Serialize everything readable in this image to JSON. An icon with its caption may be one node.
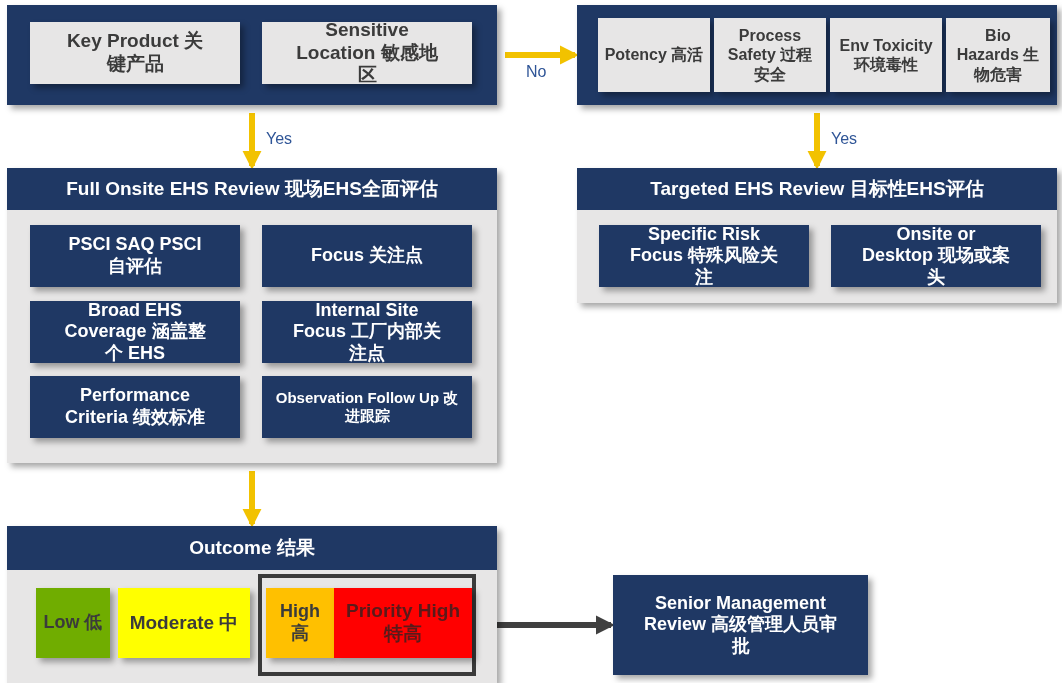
{
  "diagram": {
    "nodes": [
      {
        "text": [],
        "shape": "box"
      },
      {
        "text": [
          "Key Product 关键产品"
        ],
        "in": 0
      },
      {
        "text": [
          "Sensitive Location 敏感地区"
        ],
        "in": 0
      },
      {
        "text": [],
        "shape": "box"
      },
      {
        "text": [
          "Potency 高活"
        ],
        "in": 3
      },
      {
        "text": [
          "Process Safety 过程安全"
        ],
        "in": 3
      },
      {
        "text": [
          "Env Toxicity 环境毒性"
        ],
        "in": 3
      },
      {
        "text": [
          "Bio Hazards 生物危害"
        ],
        "in": 3
      },
      {
        "text": [
          "Full Onsite EHS Review 现场EHS全面评估"
        ]
      },
      {
        "text": [
          "PSCI SAQ PSCI 自评估"
        ],
        "in": 8
      },
      {
        "text": [
          "Focus 关注点"
        ],
        "in": 8
      },
      {
        "text": [
          "Broad EHS Coverage 涵盖整个 EHS"
        ],
        "in": 8
      },
      {
        "text": [
          "Internal Site Focus 工厂内部关注点"
        ],
        "in": 8
      },
      {
        "text": [
          "Performance Criteria 绩效标准"
        ],
        "in": 8
      },
      {
        "text": [
          "Observation Follow Up 改进跟踪"
        ],
        "in": 8
      },
      {
        "text": [
          "Targeted EHS Review 目标性EHS评估"
        ]
      },
      {
        "text": [
          "Specific Risk Focus 特殊风险关注"
        ],
        "in": 15
      },
      {
        "text": [
          "Onsite or Desktop 现场或案头"
        ],
        "in": 15
      },
      {
        "text": [
          "Outcome 结果"
        ]
      },
      {
        "text": [
          "Low 低"
        ],
        "in": 18
      },
      {
        "text": [
          "Moderate 中"
        ],
        "in": 18
      },
      {
        "text": [],
        "shape": "box",
        "in": 18
      },
      {
        "text": [
          "High 高"
        ],
        "in": 21
      },
      {
        "text": [
          "Priority High 特高"
        ],
        "in": 21
      },
      {
        "text": [
          "Senior Management Review 高级管理人员审批"
        ]
      }
    ],
    "edges": [
      {
        "from": 0,
        "to": 3,
        "arrow": "to",
        "label": "No"
      },
      {
        "from": 0,
        "to": 8,
        "arrow": "to",
        "label": "Yes"
      },
      {
        "from": 3,
        "to": 15,
        "arrow": "to",
        "label": "Yes"
      },
      {
        "from": 8,
        "to": 18,
        "arrow": "to"
      },
      {
        "from": 21,
        "to": 24,
        "arrow": "to",
        "color": "#404040"
      }
    ]
  }
}
